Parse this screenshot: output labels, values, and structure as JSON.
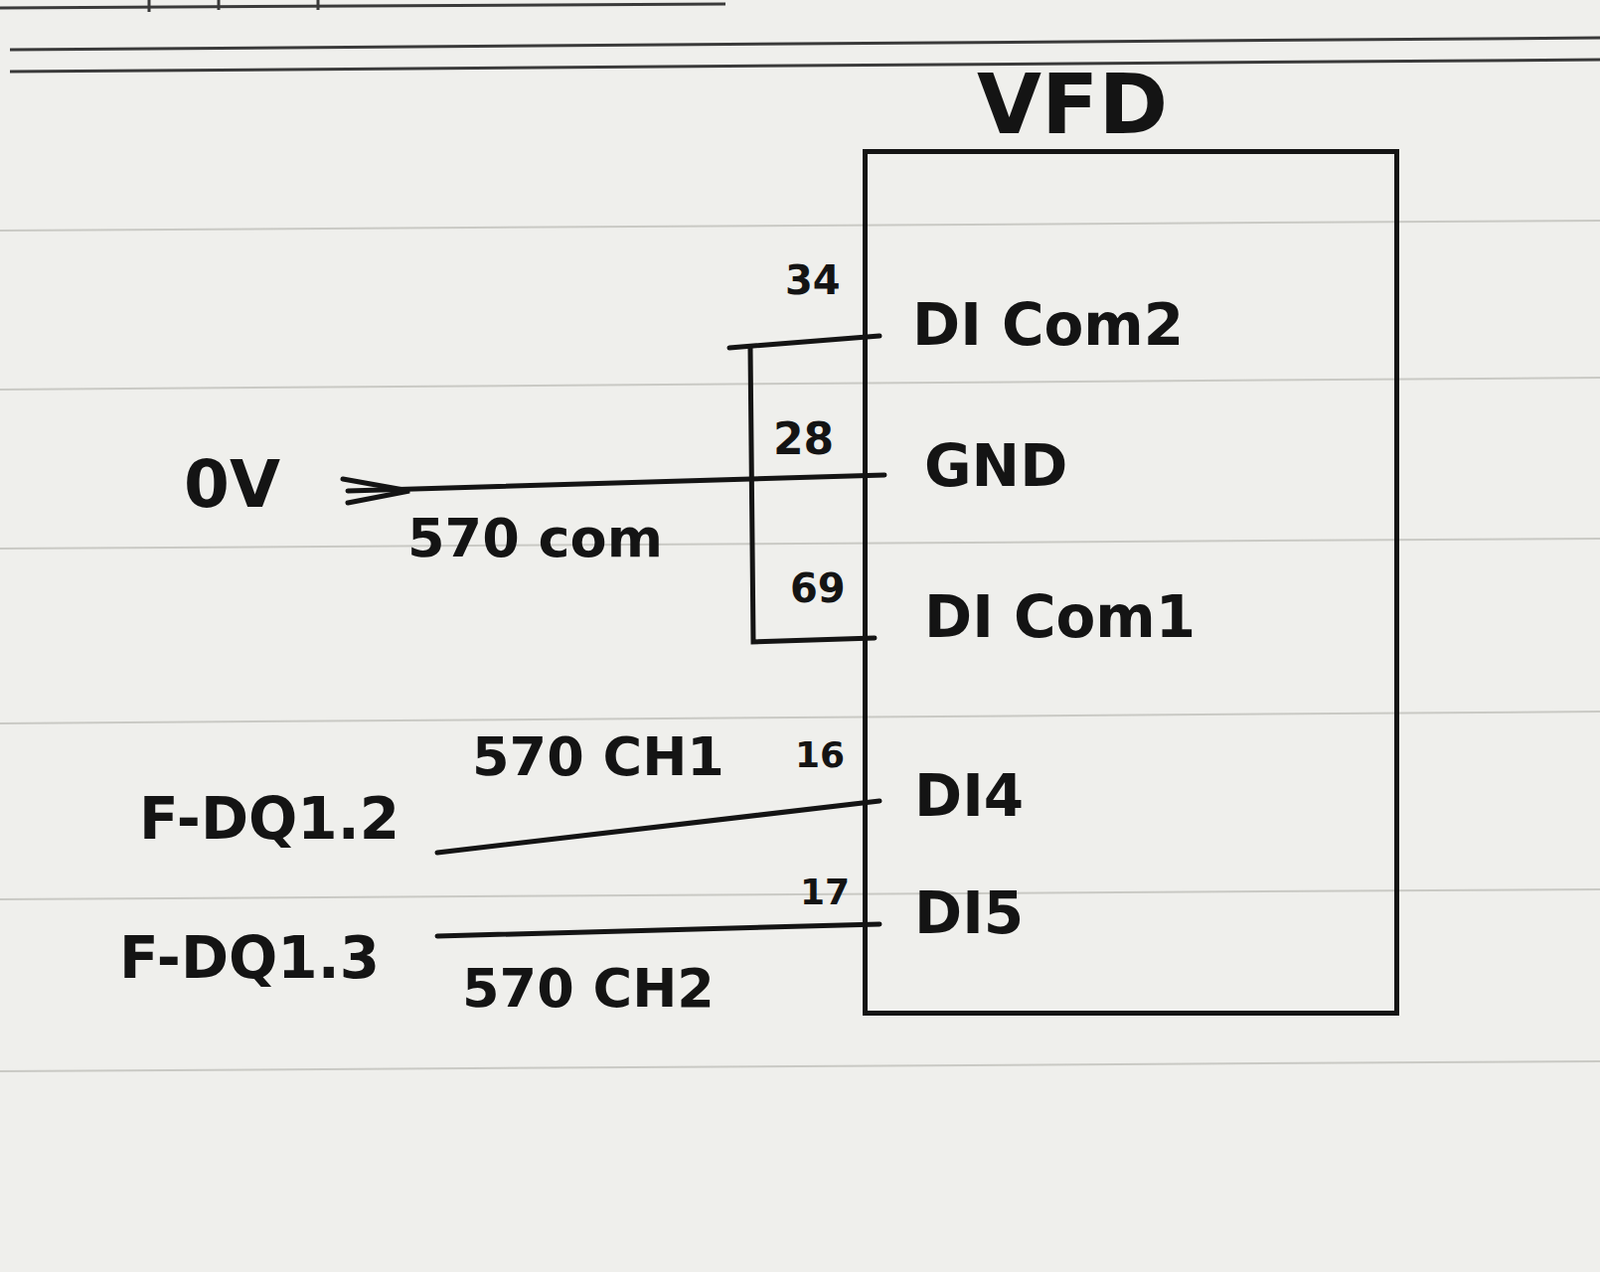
{
  "diagram": {
    "nodes": [
      {
        "text": [
          "VFD"
        ]
      }
    ],
    "labels": [
      "34",
      "DI Com2",
      "28",
      "GND",
      "0V",
      "570 com",
      "69",
      "DI Com1",
      "570 CH1",
      "16",
      "F-DQ1.2",
      "DI4",
      "17",
      "DI5",
      "F-DQ1.3",
      "570 CH2"
    ]
  }
}
